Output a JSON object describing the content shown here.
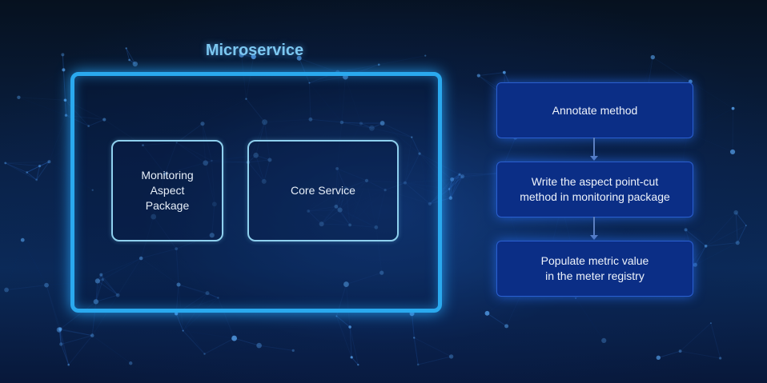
{
  "diagram": {
    "title": "Microservice",
    "components": [
      {
        "label": "Monitoring\nAspect\nPackage"
      },
      {
        "label": "Core Service"
      }
    ],
    "steps": [
      {
        "label": "Annotate method"
      },
      {
        "label": "Write the aspect point-cut\nmethod in monitoring package"
      },
      {
        "label": "Populate metric value\nin the meter registry"
      }
    ],
    "colors": {
      "container_border": "#2aa9ee",
      "title": "#7cc7f0",
      "step_fill": "#0b2e86",
      "background": "#071428"
    }
  }
}
